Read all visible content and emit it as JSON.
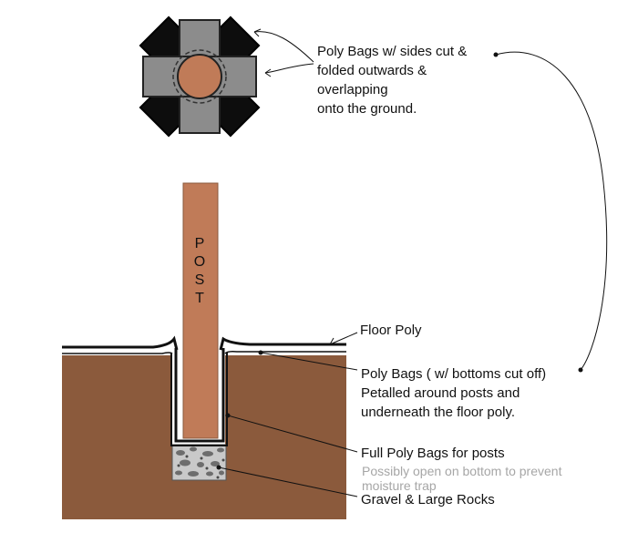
{
  "colors": {
    "soil": "#8b5a3c",
    "post": "#c07b58",
    "bag_dark": "#0d0d0d",
    "bag_gray": "#8c8c8c",
    "gravel": "#c9c9c9",
    "background": "#ffffff"
  },
  "post_text": "POST",
  "labels": {
    "top_view": [
      "Poly Bags w/ sides cut &",
      "folded outwards &",
      "overlapping",
      "onto the ground."
    ],
    "floor_poly": "Floor Poly",
    "petalled": [
      "Poly Bags ( w/ bottoms cut off)",
      "Petalled around posts and",
      "underneath the floor poly."
    ],
    "full_bags": "Full Poly Bags for posts",
    "note": [
      "Possibly open on bottom to prevent",
      "moisture trap"
    ],
    "gravel": "Gravel & Large Rocks"
  }
}
